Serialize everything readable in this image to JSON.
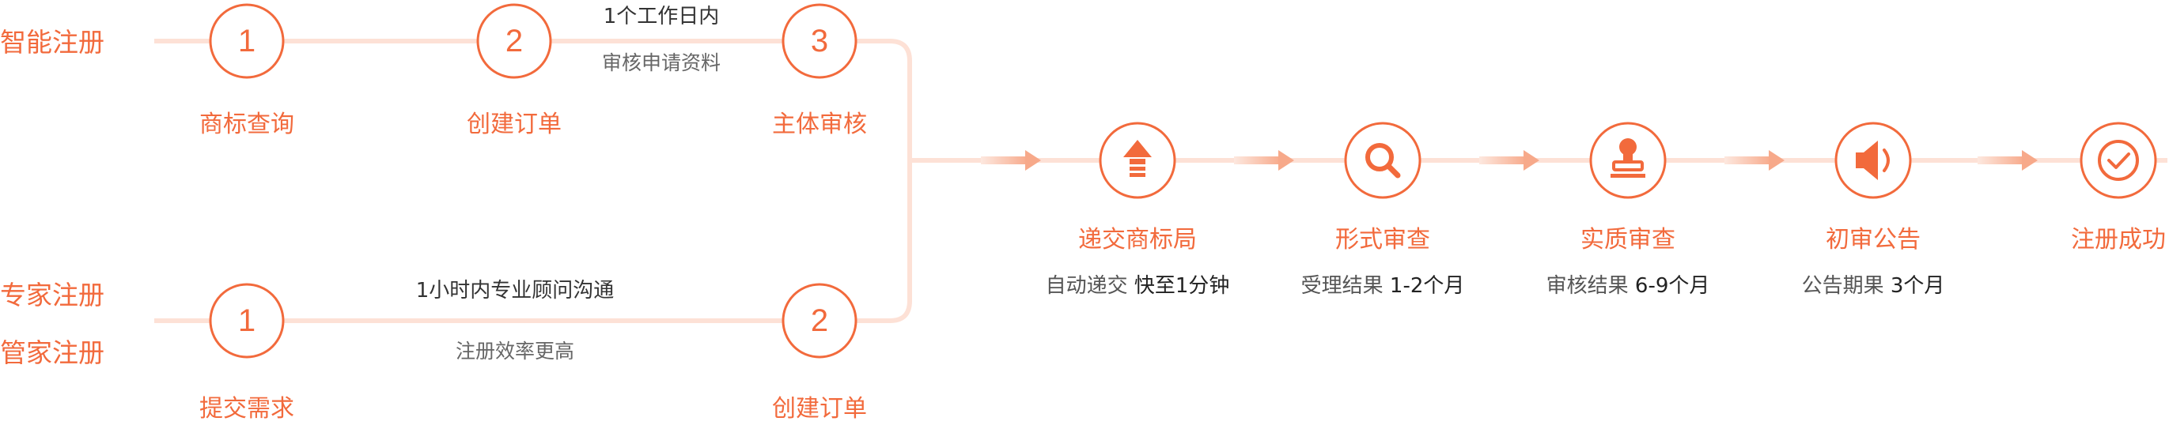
{
  "colors": {
    "accent": "#f26a3c",
    "line": "#fde1d6",
    "text_dark": "#333333",
    "text_grey": "#666666"
  },
  "rows": {
    "smart": {
      "label": "智能注册",
      "steps": [
        {
          "num": "1",
          "label": "商标查询"
        },
        {
          "num": "2",
          "label": "创建订单"
        },
        {
          "num": "3",
          "label": "主体审核"
        }
      ],
      "note_top": "1个工作日内",
      "note_bottom": "审核申请资料"
    },
    "expert": {
      "labels": [
        "专家注册",
        "管家注册"
      ],
      "steps": [
        {
          "num": "1",
          "label": "提交需求"
        },
        {
          "num": "2",
          "label": "创建订单"
        }
      ],
      "note_top": "1小时内专业顾问沟通",
      "note_bottom": "注册效率更高"
    }
  },
  "stages": [
    {
      "icon": "upload-icon",
      "label": "递交商标局",
      "sub_label": "自动递交",
      "sub_value": "快至1分钟"
    },
    {
      "icon": "search-icon",
      "label": "形式审查",
      "sub_label": "受理结果",
      "sub_value": "1-2个月"
    },
    {
      "icon": "stamp-icon",
      "label": "实质审查",
      "sub_label": "审核结果",
      "sub_value": "6-9个月"
    },
    {
      "icon": "speaker-icon",
      "label": "初审公告",
      "sub_label": "公告期果",
      "sub_value": "3个月"
    },
    {
      "icon": "check-icon",
      "label": "注册成功",
      "sub_label": "",
      "sub_value": ""
    }
  ]
}
